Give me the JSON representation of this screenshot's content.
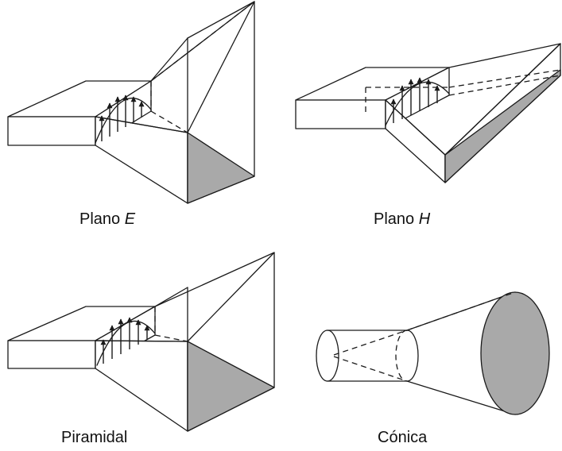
{
  "figures": {
    "e_plane": {
      "label": "Plano ",
      "label_var": "E"
    },
    "h_plane": {
      "label": "Plano ",
      "label_var": "H"
    },
    "pyramidal": {
      "label": "Piramidal"
    },
    "conical": {
      "label": "Cónica"
    }
  },
  "colors": {
    "line": "#1a1a1a",
    "aperture_fill": "#a9a9a9",
    "background": "#ffffff"
  }
}
